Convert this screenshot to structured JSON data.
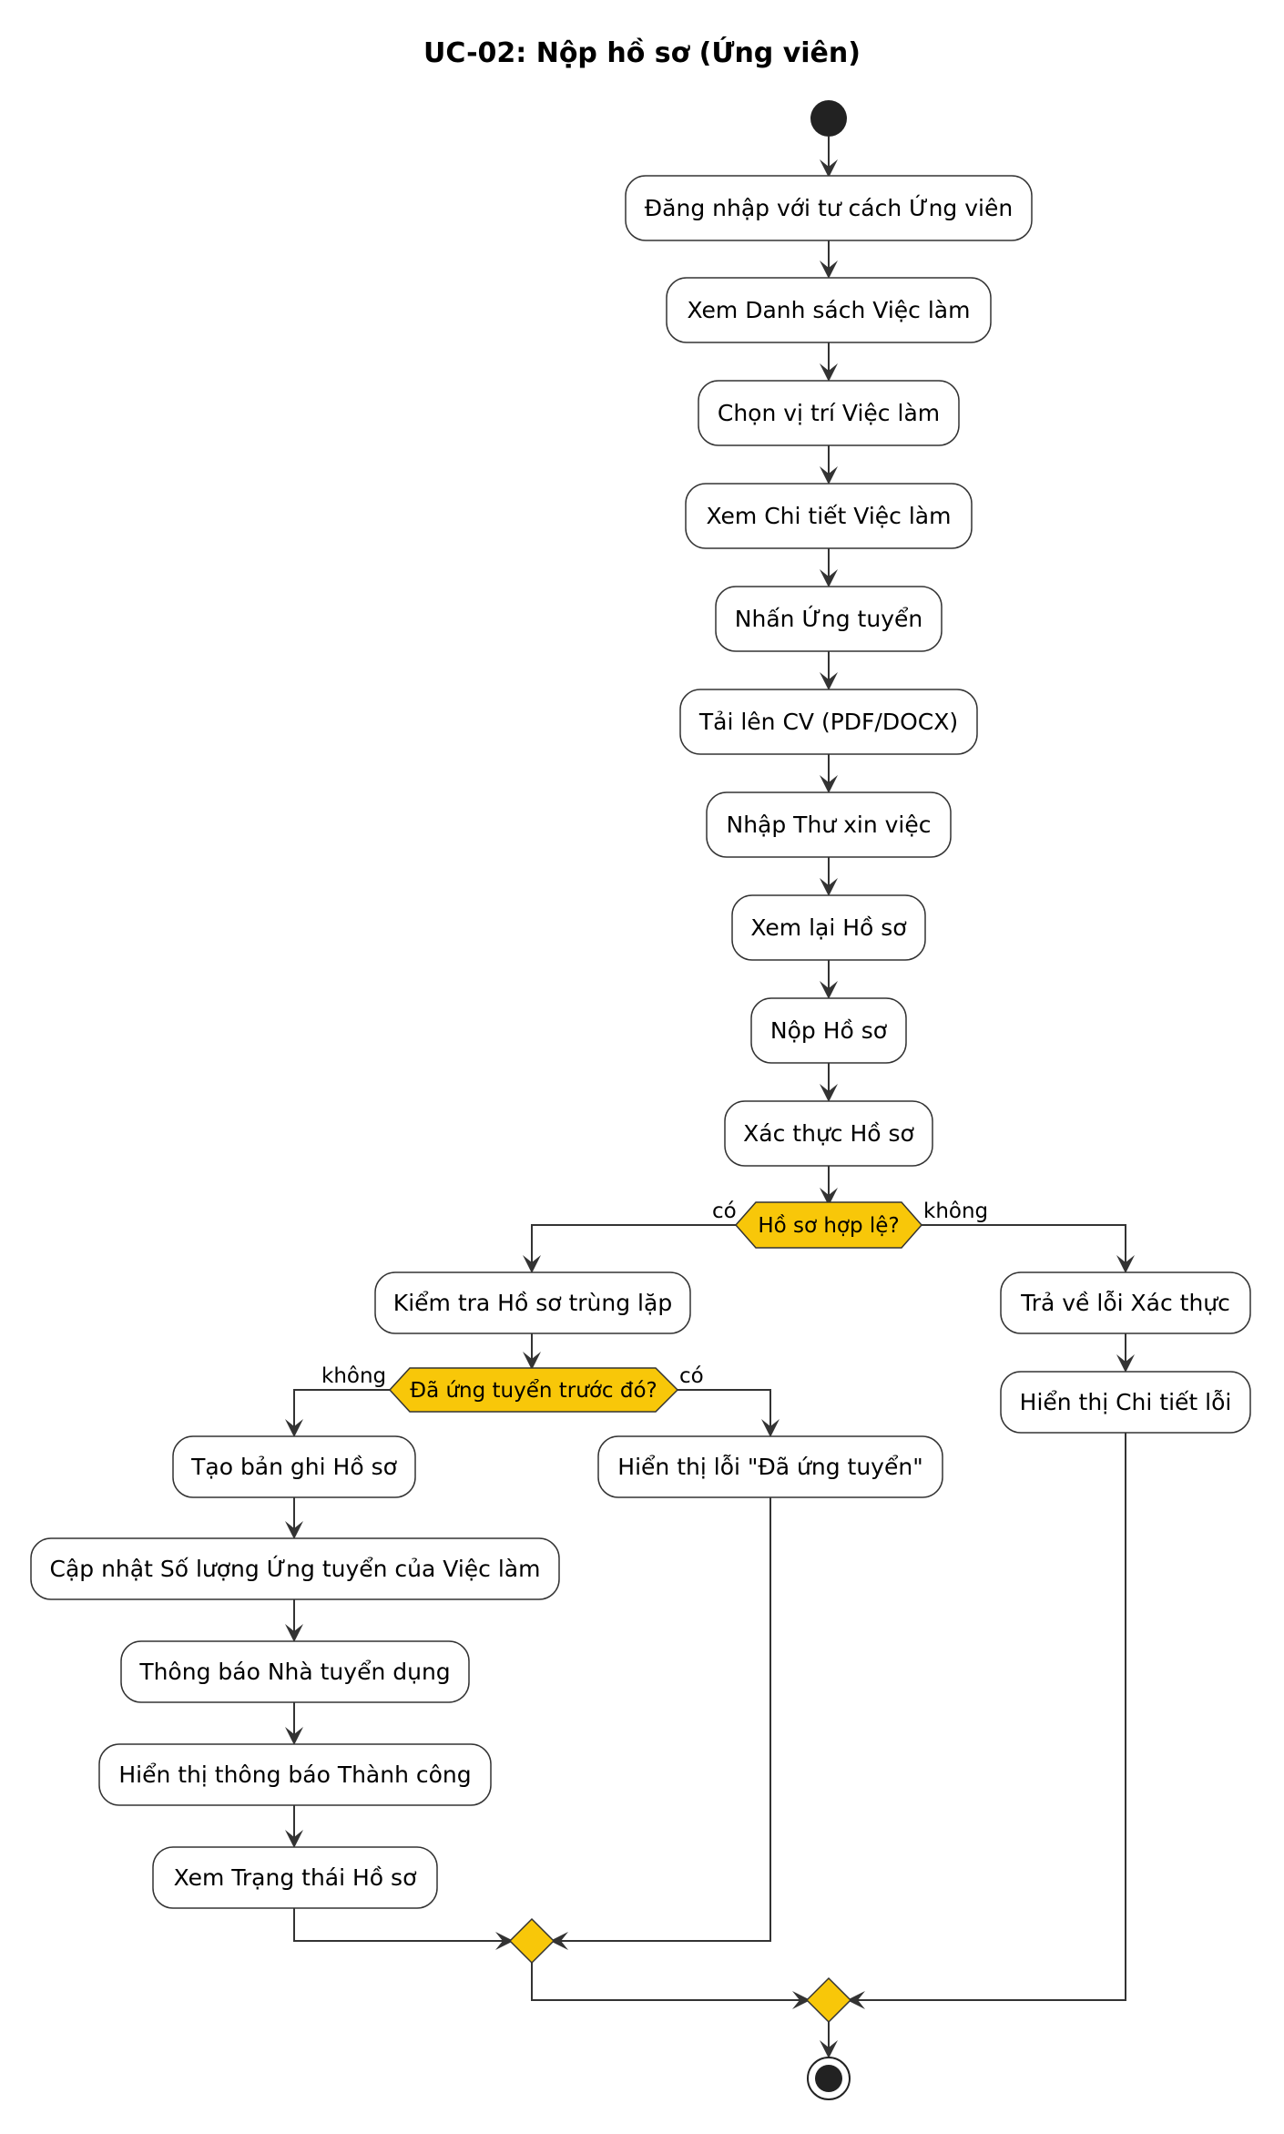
{
  "title": "UC-02: Nộp hồ sơ (Ứng viên)",
  "activities": {
    "login": "Đăng nhập với tư cách Ứng viên",
    "view_jobs": "Xem Danh sách Việc làm",
    "choose_job": "Chọn vị trí Việc làm",
    "view_job_detail": "Xem Chi tiết Việc làm",
    "click_apply": "Nhấn Ứng tuyển",
    "upload_cv": "Tải lên CV (PDF/DOCX)",
    "enter_cover_letter": "Nhập Thư xin việc",
    "review_application": "Xem lại Hồ sơ",
    "submit_application": "Nộp Hồ sơ",
    "validate_application": "Xác thực Hồ sơ",
    "check_duplicate": "Kiểm tra Hồ sơ trùng lặp",
    "return_validation_error": "Trả về lỗi Xác thực",
    "show_error_details": "Hiển thị Chi tiết lỗi",
    "create_record": "Tạo bản ghi Hồ sơ",
    "show_already_applied": "Hiển thị lỗi \"Đã ứng tuyển\"",
    "update_count": "Cập nhật Số lượng Ứng tuyển của Việc làm",
    "notify_employer": "Thông báo Nhà tuyển dụng",
    "show_success": "Hiển thị thông báo Thành công",
    "view_status": "Xem Trạng thái Hồ sơ"
  },
  "decisions": {
    "is_valid": "Hồ sơ hợp lệ?",
    "already_applied": "Đã ứng tuyển trước đó?"
  },
  "branch_labels": {
    "valid_yes": "có",
    "valid_no": "không",
    "applied_no": "không",
    "applied_yes": "có"
  },
  "colors": {
    "decision_fill": "#f8c709",
    "line": "#333333",
    "node": "#222222"
  }
}
